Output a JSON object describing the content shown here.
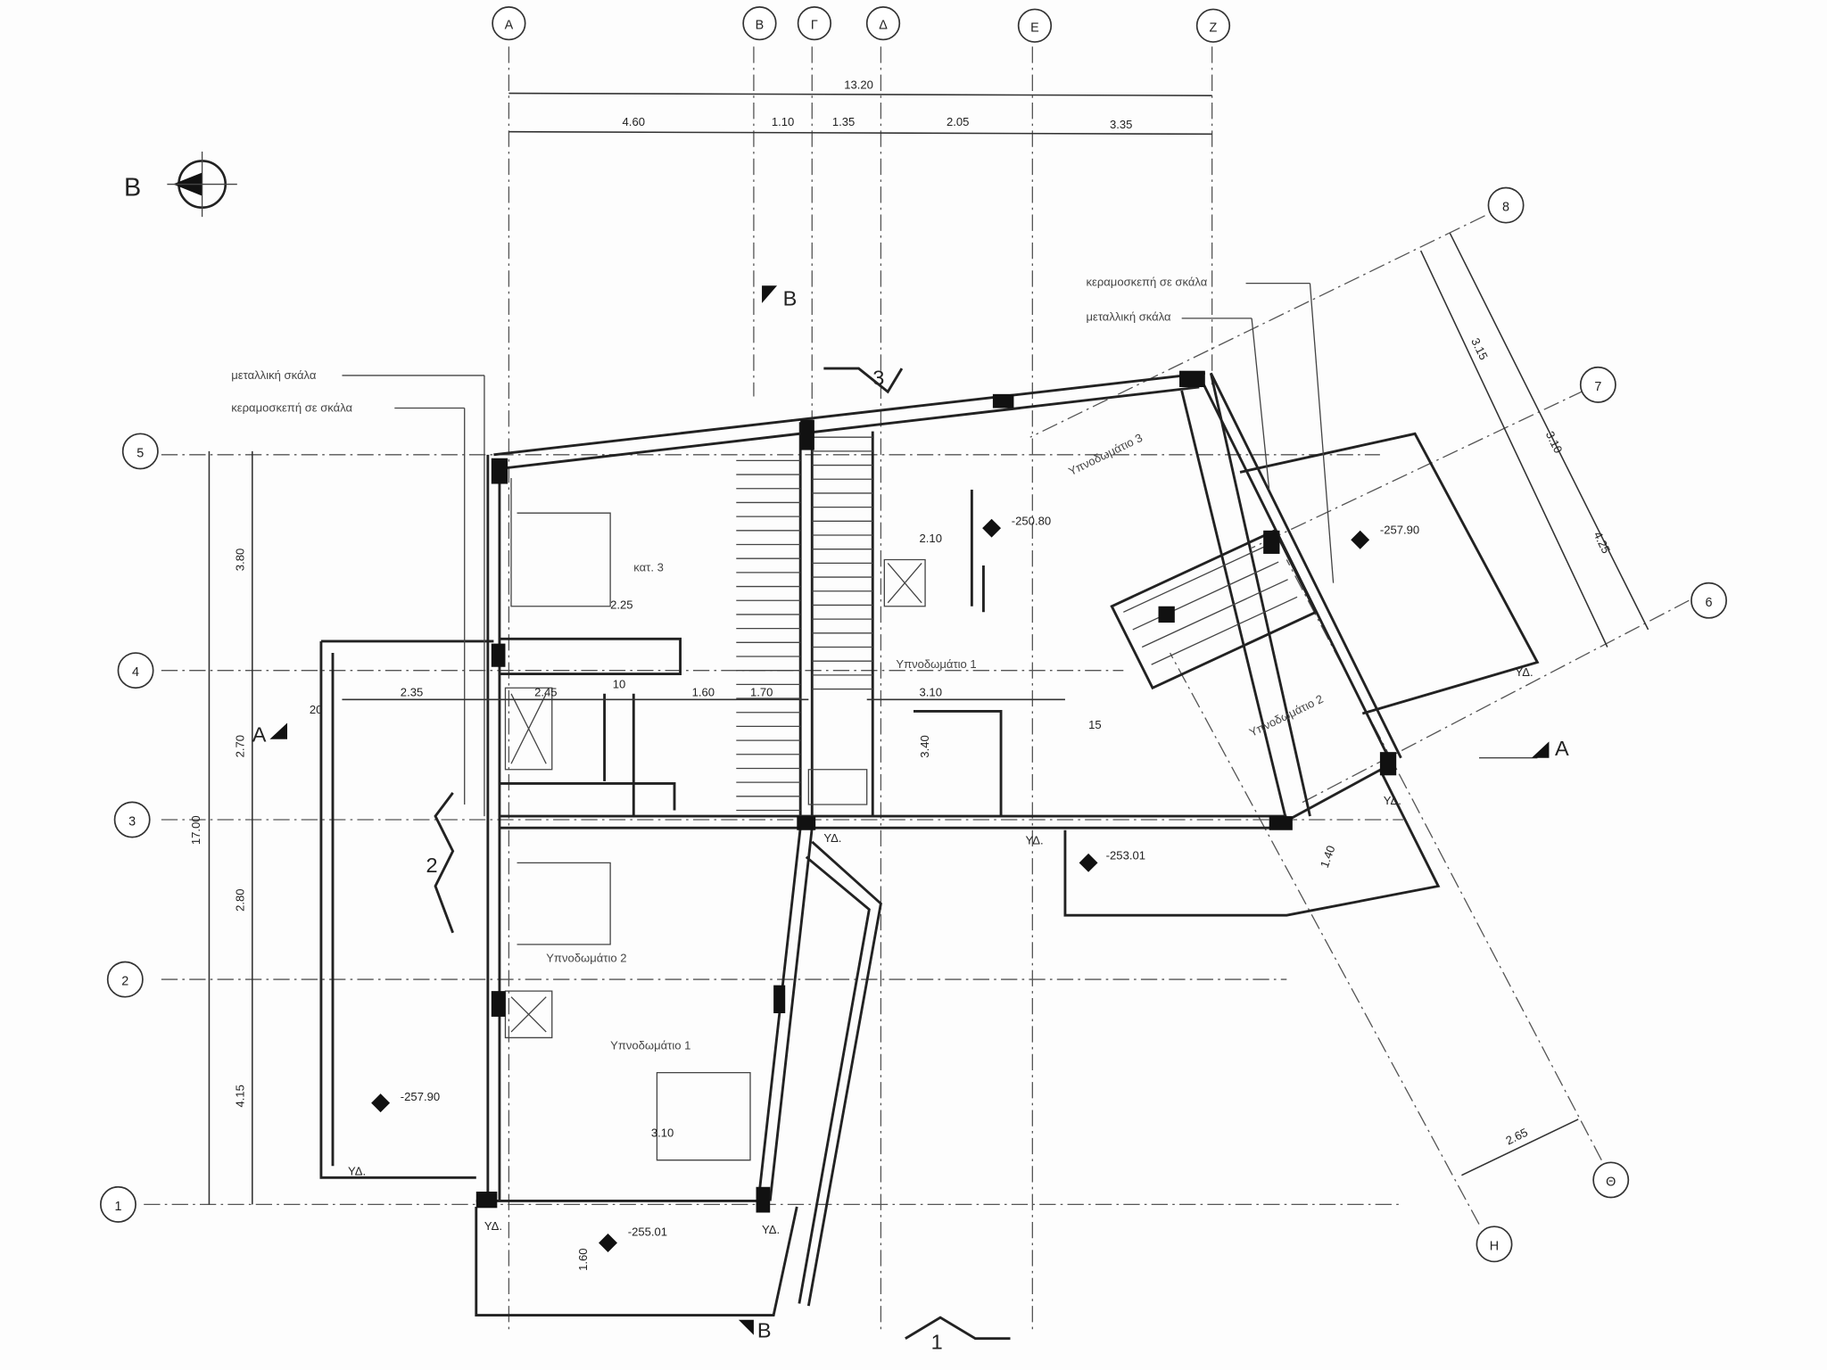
{
  "grid_columns": [
    "Α",
    "Β",
    "Γ",
    "Δ",
    "Ε",
    "Ζ"
  ],
  "grid_rows": [
    "5",
    "4",
    "3",
    "2",
    "1"
  ],
  "grid_rotated": [
    "8",
    "7",
    "6",
    "Θ",
    "Η"
  ],
  "dimensions_top": {
    "total": "13.20",
    "segments": [
      "4.60",
      "1.10",
      "1.35",
      "2.05",
      "3.35"
    ]
  },
  "dimensions_left": {
    "total": "17.00",
    "segments": [
      "3.80",
      "2.70",
      "2.80",
      "4.15"
    ]
  },
  "dimensions_rotated": [
    "3.15",
    "3.10",
    "4.25",
    "2.65"
  ],
  "interior_dims": [
    "2.35",
    "2.45",
    "1.60",
    "1.70",
    "3.10",
    "2.10",
    "3.40",
    "3.10",
    "2.25",
    "1.60",
    "1.40",
    "20",
    "10",
    "15"
  ],
  "elevations": [
    "-250.80",
    "-257.90",
    "-253.01",
    "-257.90",
    "-255.01"
  ],
  "callouts": {
    "left_1": "μεταλλική σκάλα",
    "left_2": "κεραμοσκεπή σε σκάλα",
    "right_1": "κεραμοσκεπή σε σκάλα",
    "right_2": "μεταλλική σκάλα"
  },
  "rooms": [
    "Υπνοδωμάτιο 1",
    "Υπνοδωμάτιο 2",
    "Υπνοδωμάτιο 3",
    "Υπνοδωμάτιο 2",
    "Υπνοδωμάτιο 1",
    "κατ. 3"
  ],
  "drain_label": "ΥΔ.",
  "sections": {
    "a": "A",
    "b": "B",
    "s1": "1",
    "s2": "2",
    "s3": "3"
  },
  "north_label": "B"
}
